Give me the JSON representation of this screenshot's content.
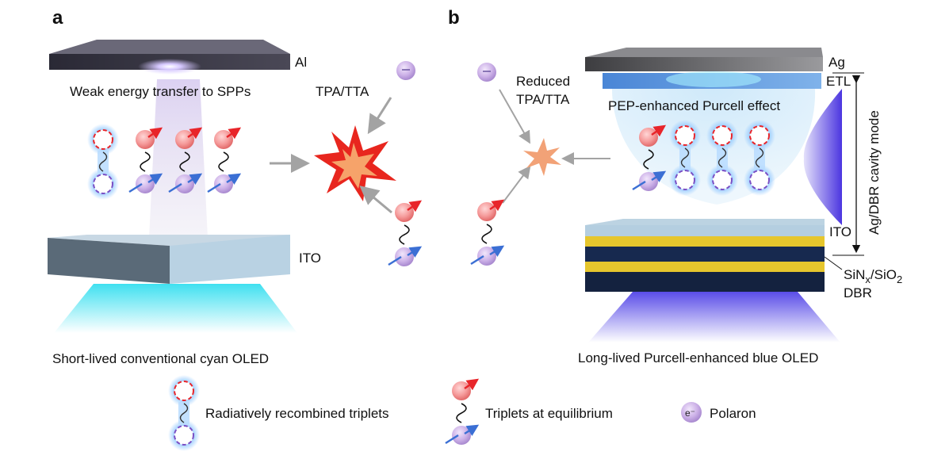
{
  "panels": {
    "a": "a",
    "b": "b"
  },
  "panel_a": {
    "cathode": "Al",
    "weak_transfer": "Weak energy transfer to SPPs",
    "anode": "ITO",
    "annihilation": "TPA/TTA",
    "caption": "Short-lived conventional cyan OLED"
  },
  "panel_b": {
    "cathode": "Ag",
    "etl": "ETL",
    "pep": "PEP-enhanced Purcell effect",
    "reduced": [
      "Reduced",
      "TPA/TTA"
    ],
    "cavity": "Ag/DBR cavity mode",
    "anode": "ITO",
    "dbr_line1_pre": "SiN",
    "dbr_line1_sub1": "x",
    "dbr_line1_mid": "/SiO",
    "dbr_line1_sub2": "2",
    "dbr_line2": "DBR",
    "caption": "Long-lived Purcell-enhanced blue OLED"
  },
  "legend": {
    "recombined": "Radiatively recombined triplets",
    "equilibrium": "Triplets at equilibrium",
    "polaron": "Polaron",
    "polaron_symbol": "e⁻"
  },
  "colors": {
    "cyan_emission": "#3fe0f0",
    "blue_emission": "#5a4de8",
    "red_spin": "#e8252a",
    "blue_spin": "#3b6fd4",
    "star": "#e8261e",
    "arrow_gray": "#a3a3a3",
    "dbr_gold": "#e6c62d",
    "dbr_navy": "#17294f"
  }
}
